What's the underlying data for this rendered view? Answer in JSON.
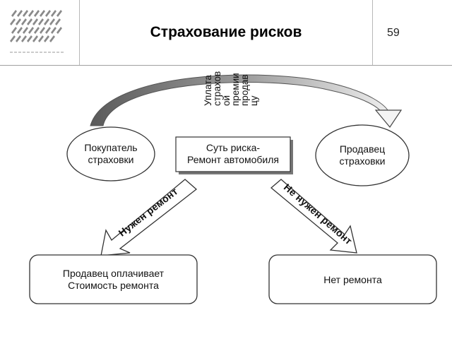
{
  "header": {
    "title": "Страхование рисков",
    "page_number": "59"
  },
  "diagram": {
    "buyer": "Покупатель страховки",
    "seller": "Продавец страховки",
    "center": "Суть риска-\nРемонт автомобиля",
    "arc_label": "Уплата\nстрахов\nой\nпремии\nпродав\nцу",
    "left_arrow_label": "Нужен ремонт",
    "right_arrow_label": "Не нужен ремонт",
    "left_outcome": "Продавец оплачивает\nСтоимость ремонта",
    "right_outcome": "Нет ремонта"
  }
}
